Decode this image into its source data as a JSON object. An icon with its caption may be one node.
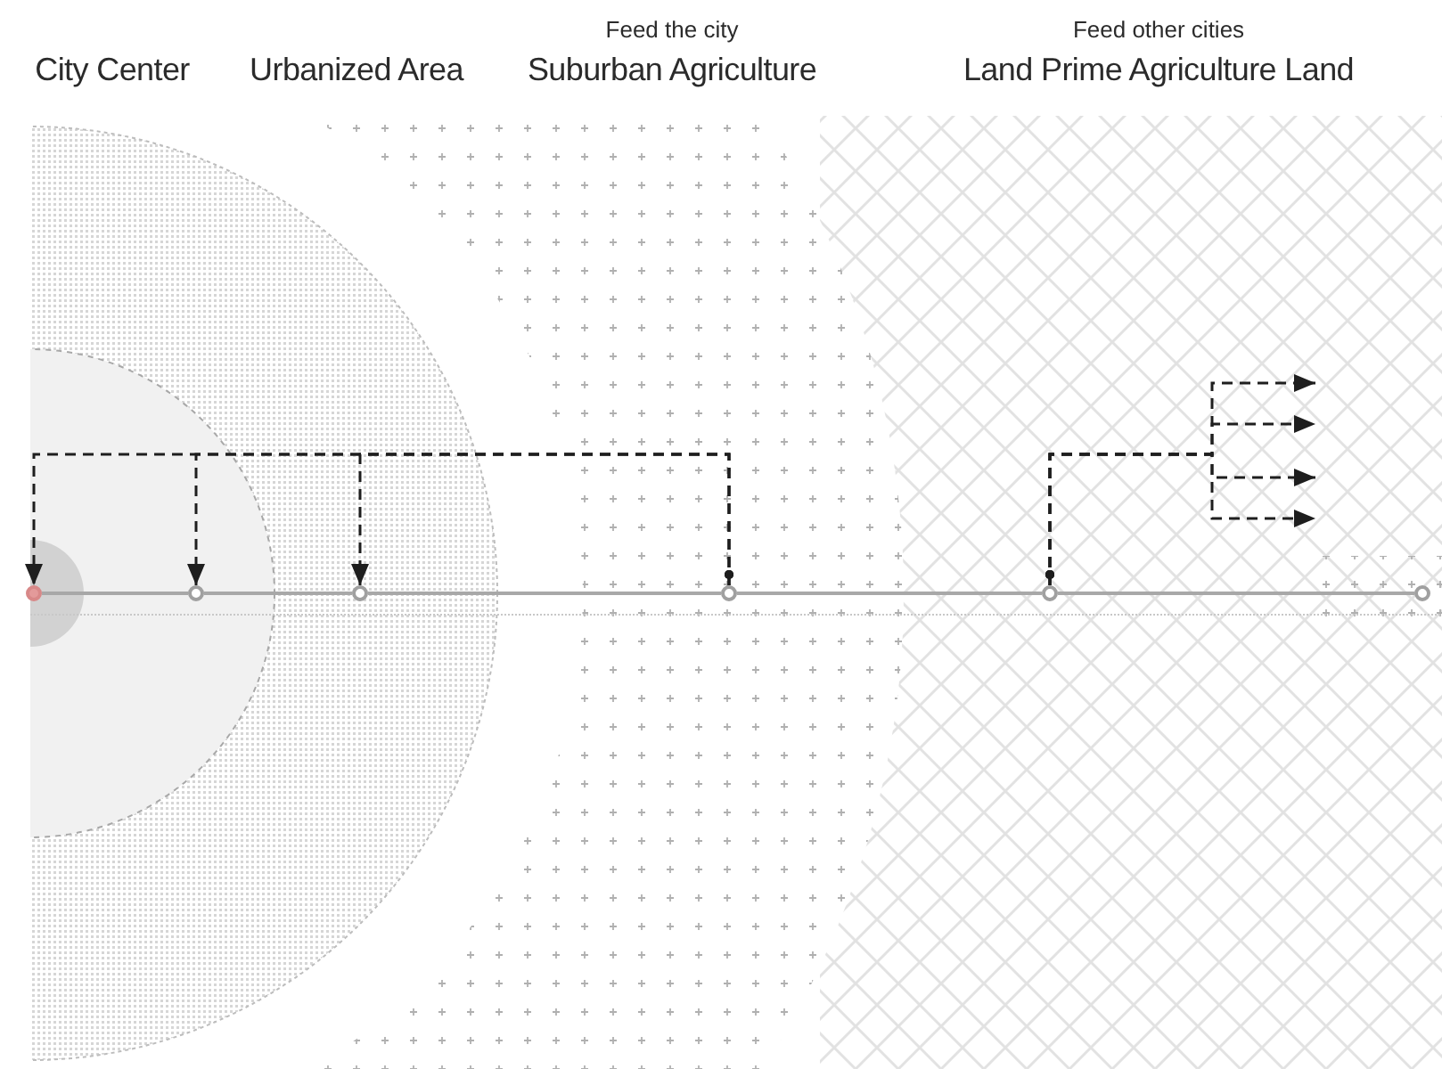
{
  "diagram": {
    "nodes": [
      {
        "text": [],
        "shape": "circle"
      },
      {
        "text": [],
        "shape": "circle"
      },
      {
        "text": [],
        "shape": "circle"
      },
      {
        "text": [],
        "shape": "circle"
      },
      {
        "text": [],
        "shape": "circle"
      },
      {
        "text": [],
        "shape": "circle"
      }
    ],
    "edges": [
      {
        "from": 0,
        "to": 1,
        "arrow": "none",
        "color": "#a8a8a8"
      },
      {
        "from": 1,
        "to": 2,
        "arrow": "none",
        "color": "#a8a8a8"
      },
      {
        "from": 2,
        "to": 3,
        "arrow": "none",
        "color": "#a8a8a8"
      },
      {
        "from": 3,
        "to": 4,
        "arrow": "none",
        "color": "#a8a8a8"
      },
      {
        "from": 4,
        "to": 5,
        "arrow": "none",
        "color": "#a8a8a8"
      },
      {
        "from": 3,
        "to": 0,
        "arrow": "to",
        "style": "dashed"
      },
      {
        "from": 3,
        "to": 1,
        "arrow": "to",
        "style": "dashed"
      },
      {
        "from": 3,
        "to": 2,
        "arrow": "to",
        "style": "dashed"
      },
      {
        "from": 4,
        "to": null,
        "arrow": "to",
        "style": "dashed"
      },
      {
        "from": 4,
        "to": null,
        "arrow": "to",
        "style": "dashed"
      },
      {
        "from": 4,
        "to": null,
        "arrow": "to",
        "style": "dashed"
      },
      {
        "from": 4,
        "to": null,
        "arrow": "to",
        "style": "dashed"
      }
    ],
    "labels": [
      "Feed the city",
      "Feed other cities",
      "City Center",
      "Urbanized Area",
      "Suburban Agriculture",
      "Land Prime Agriculture Land"
    ]
  }
}
